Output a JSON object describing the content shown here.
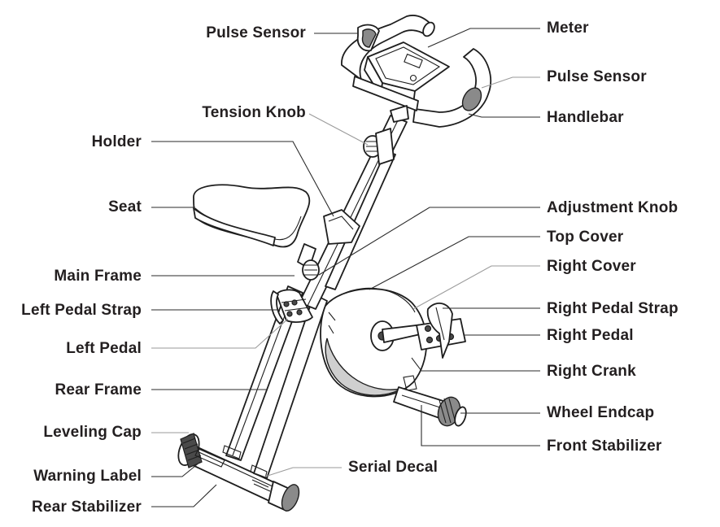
{
  "labels": {
    "pulse_sensor_left": "Pulse Sensor",
    "meter": "Meter",
    "pulse_sensor_right": "Pulse Sensor",
    "tension_knob": "Tension Knob",
    "handlebar": "Handlebar",
    "holder": "Holder",
    "seat": "Seat",
    "adjustment_knob": "Adjustment Knob",
    "top_cover": "Top Cover",
    "main_frame": "Main Frame",
    "right_cover": "Right Cover",
    "left_pedal_strap": "Left Pedal Strap",
    "right_pedal_strap": "Right Pedal Strap",
    "right_pedal": "Right Pedal",
    "left_pedal": "Left Pedal",
    "right_crank": "Right Crank",
    "rear_frame": "Rear Frame",
    "wheel_endcap": "Wheel Endcap",
    "leveling_cap": "Leveling Cap",
    "front_stabilizer": "Front Stabilizer",
    "serial_decal": "Serial Decal",
    "warning_label": "Warning Label",
    "rear_stabilizer": "Rear Stabilizer"
  }
}
